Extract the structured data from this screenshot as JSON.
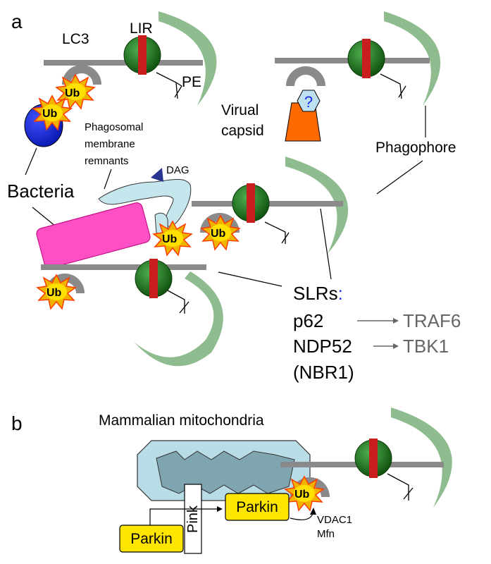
{
  "panels": {
    "a": "a",
    "b": "b"
  },
  "labels": {
    "lc3": "LC3",
    "lir": "LIR",
    "pe": "PE",
    "ub": "Ub",
    "question": "?",
    "virual": "Virual",
    "capsid": "capsid",
    "phagosomal": "Phagosomal",
    "membrane": "membrane",
    "remnants": "remnants",
    "dag": "DAG",
    "bacteria": "Bacteria",
    "phagophore": "Phagophore",
    "slrs": "SLRs",
    "slrs_colon": ":",
    "p62": "p62",
    "traf6": "TRAF6",
    "ndp52": "NDP52",
    "tbk1": "TBK1",
    "nbr1": "(NBR1)",
    "mammalian_mitochondria": "Mammalian mitochondria",
    "pink": "Pink",
    "parkin": "Parkin",
    "vdac1": "VDAC1",
    "mfn": "Mfn"
  },
  "colors": {
    "phagophore": "#8fbc8f",
    "membrane_bar": "#8a8a8a",
    "lc3_sphere": "#1e7a1e",
    "lir_bar": "#c81e1e",
    "ub_star": "#f0b400",
    "ub_core": "#ffe000",
    "bacteria_blue": "#1a2ee6",
    "capsid_orange": "#ff6a00",
    "capsid_hex": "#bfe0f0",
    "bacteria_rod": "#ff4fc4",
    "remnant": "#c6e6ee",
    "dag": "#2a3590",
    "mito_outer": "#b9dde6",
    "mito_inner": "#7fa6b0",
    "parkin_box": "#ffe600",
    "slr_colon": "#1a2ee6"
  }
}
